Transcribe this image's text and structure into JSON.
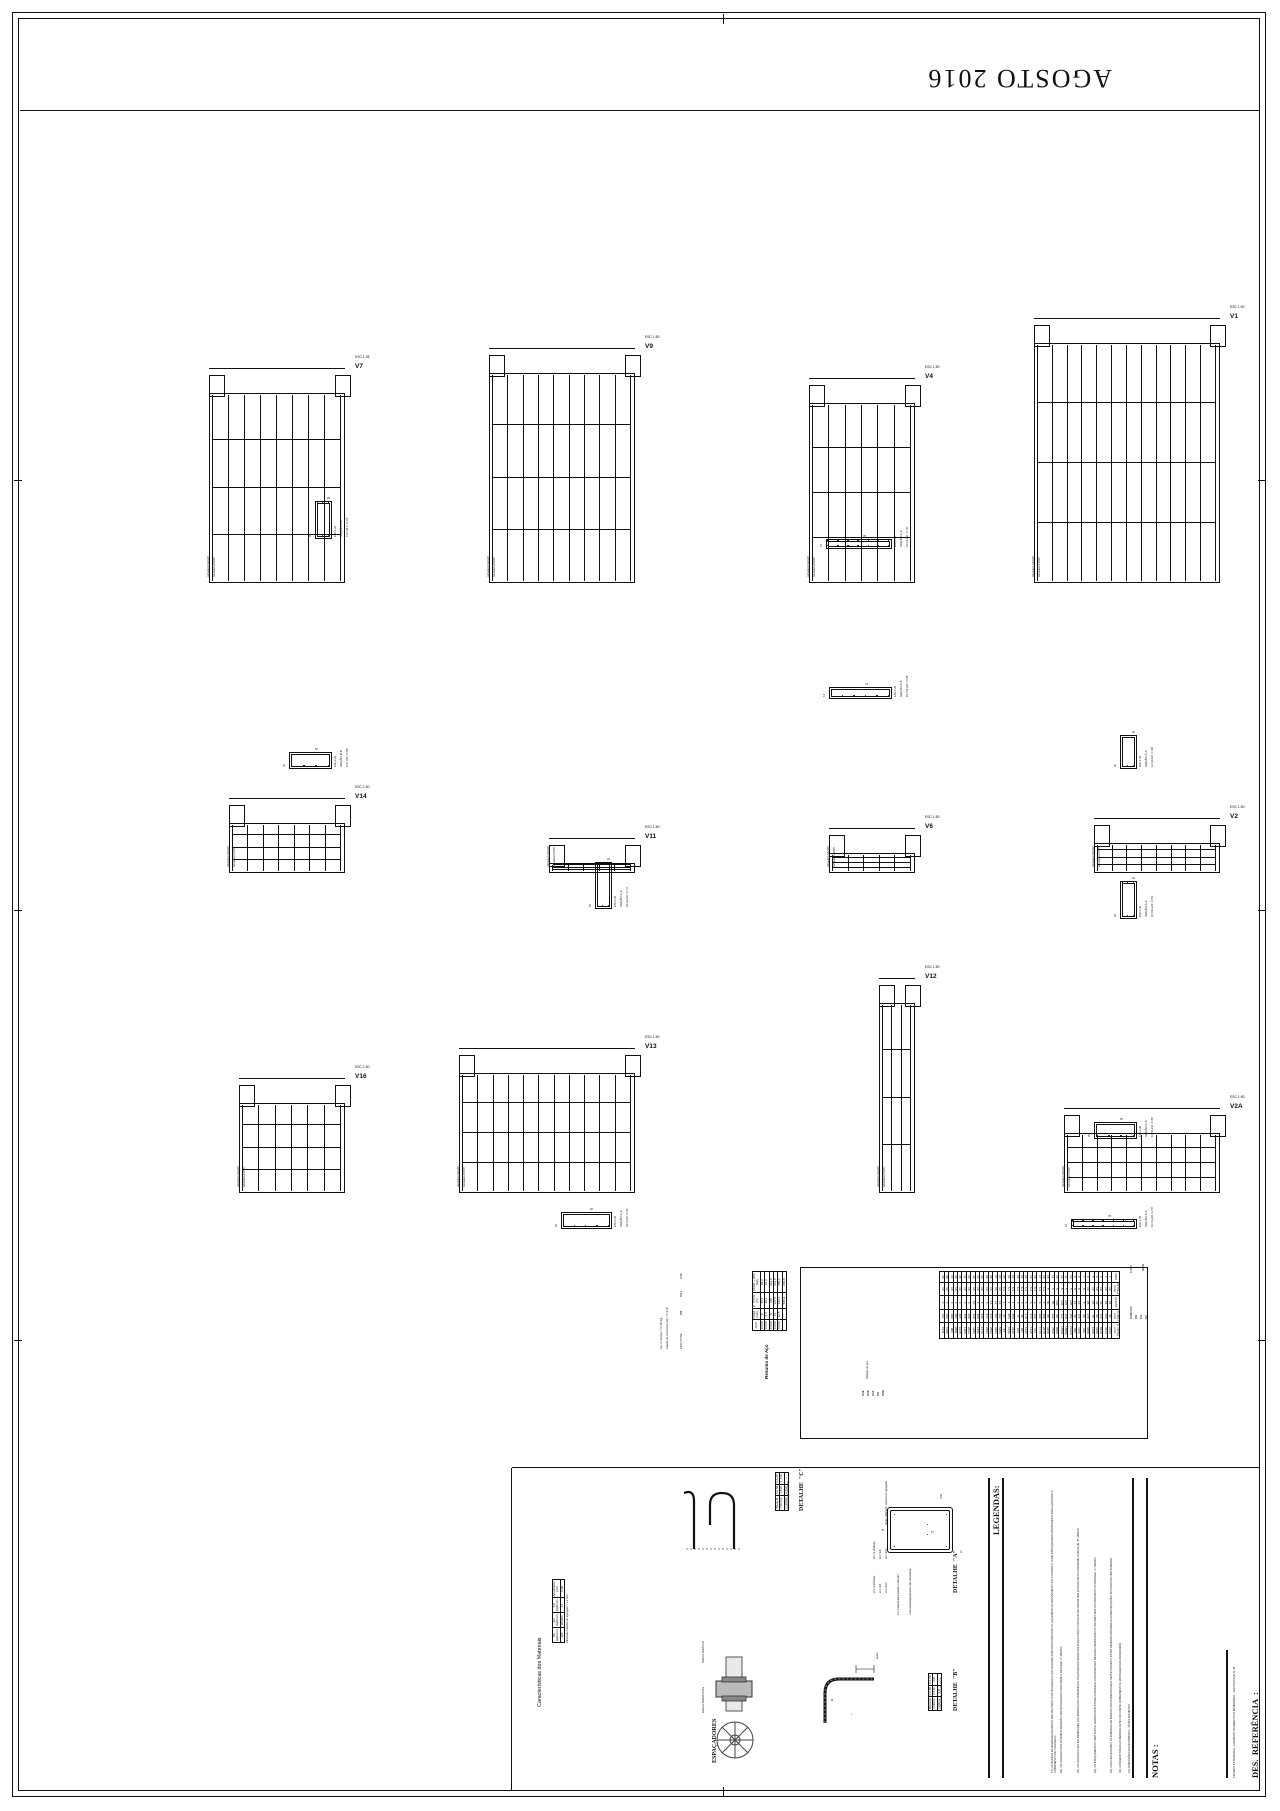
{
  "sheet": {
    "title_block": {
      "des_referencia_label": "DES.  REFERÊNCIA  :",
      "des_referencia_text": "PROJETO ESTRUTURAL - FORMA DO PAVIMENTO INTERMEDIÁRIO - VER PRANCHA Nº 48",
      "date": "AGOSTO 2016"
    },
    "notas": {
      "heading": "NOTAS :",
      "items": [
        "01)- DIMENSÕES EM CENTÍMETRO , NÍVEIS EM METRO.",
        "02)- CONFERIR TODAS AS MEDIDAS ANTES DO CORTE, DOBRAMENTO E MONTAGEM DAS ARMADURAS.",
        "03)- CASO NECESSÁRIO, AS EMENDAS DE BARRAS NÃO ESPECIFICADAS NESTE PROJETO, ESTAS DEVERÃO ATENDER AS ESPECIFICAÇÕES DO ÍTEM 9 DA NBR 6118/2003.",
        "04)- OS ESPAÇAMENTOS VERTICAIS E HORIZONTAIS ENTRE AS BARRAS LONGITUDINAIS DEVERÃO RESPEITAR OS VALORES SEM OS INDICADOS NO DETALHE \"A\" ABAIXO.",
        "05)- OS GANCHOS NAS EXTREMIDADES DAS BARRAS DAS ARMADURAS LONGITUDINAIS SERÃO EM ÂNGULO RETO COM RAIO DE CURVATURA E PONTA RETA CONFORME O DETALHE \"B\" ABAIXO.",
        "06)- OS GANCHOS DOS ESTRIBOS DEVERÃO SER DETALHADOS CONFORME O DETALHE \"C\" ABAIXO.",
        "07)- AS BARRAS DA ARMADURA DEVERÃO SER MANTIDAS COM SEGURANÇA NOS LUGARES PREVISTOS DURANTE O LANÇAMENTO E ADENSAMENTO DO CONCRETO, USAR ESPAÇADORES APROPRIADOS PARA GARANTIR O COBRIMENTO DE CONCRETO."
      ]
    },
    "legendas": {
      "heading": "LEGENDAS:"
    },
    "detalhe_a": {
      "title": "DETALHE  \"A\"",
      "subtitle": "Colocação/espaçamento das armaduras",
      "notes": [
        "e1 =Largura para passar o vibrador",
        "ev>=2cm",
        "ev>=1Ø",
        "ev>=1,20dmáx.",
        "eh>=2cm",
        "eh>=1Ø",
        "eh>=1,20dmáx.",
        "dmáx.=Diâmetro máximo do agregado"
      ],
      "dim_labels": [
        "e1",
        "eh",
        "ev",
        "Cob."
      ]
    },
    "detalhe_b": {
      "title": "DETALHE  \"B\"",
      "subtitle": "ARMADURA LONGITUDINAL",
      "table": {
        "headers": [
          "Bitola\nØ",
          "CA-50",
          "CA-60"
        ],
        "rows": [
          [
            "<20mm",
            "2,5 Ø",
            "3 Ø"
          ],
          [
            ">20mm",
            "4 Ø",
            "---"
          ]
        ]
      },
      "dim_labels": [
        "Ø",
        "r",
        "ponta"
      ]
    },
    "detalhe_c": {
      "title": "DETALHE  \"C\"",
      "subtitle": "ARMADURA (ESTRIBOS)",
      "table": {
        "headers": [
          "Bitola\nØ",
          "CA-50",
          "CA-60"
        ],
        "rows": [
          [
            "<10 mm",
            "1,5 Ø",
            "1 ,0 Ø"
          ],
          [
            ">=10mm",
            "2,5 Ø",
            "---"
          ]
        ]
      }
    },
    "espacadores": {
      "title": "ESPAÇADORES",
      "labels": [
        "PARA A HORIZONTAL",
        "PARA A VERTICAL"
      ]
    },
    "materiais": {
      "title": "Características dos Materiais",
      "headers": [
        "fck\n(kgf/cm²)",
        "Eci\n(kgf/cm²)",
        "fyd\n(kgf/cm²)",
        "Abatimento\n(cm)"
      ],
      "values": [
        "300",
        "306281",
        "4.1",
        "5,00"
      ],
      "footnote": "Dimensão máxima do agregado = 1,2 mm"
    },
    "rebar_schedule": {
      "group_labels_left": [
        "V1",
        "V4",
        "V9",
        "V13"
      ],
      "group_labels_right": [
        "V2A",
        "V6",
        "V11",
        "V12",
        "V16"
      ],
      "caption": "Relação do aço",
      "headers": [
        "ARM.",
        "BITOLA\n(mm)",
        "QUANT.",
        "C.UNIT\n(cm)",
        "C.TOTAL\n(cm)"
      ],
      "aco_col_label": "AÇO",
      "aco_groups": [
        "CA50",
        "CA60"
      ],
      "rows": [
        [
          "1",
          "10",
          "22",
          "98",
          "2156"
        ],
        [
          "2",
          "10",
          "22",
          "156",
          "3214"
        ],
        [
          "3",
          "10",
          "33",
          "172",
          "5676"
        ],
        [
          "4",
          "10",
          "33",
          "96",
          "3168"
        ],
        [
          "5",
          "10",
          "21",
          "78",
          "1638"
        ],
        [
          "6",
          "10",
          "25",
          "178",
          "4450"
        ],
        [
          "7",
          "8",
          "5",
          "88",
          "440"
        ],
        [
          "8",
          "8",
          "10",
          "115",
          "1150"
        ],
        [
          "9",
          "8",
          "10",
          "48",
          "480"
        ],
        [
          "10",
          "5",
          "135",
          "252",
          "24120"
        ],
        [
          "11",
          "5",
          "125",
          "108",
          "18880"
        ],
        [
          "12",
          "5",
          "136",
          "114",
          "15601"
        ],
        [
          "13",
          "5",
          "136",
          "60",
          "8600"
        ],
        [
          "14",
          "5",
          "80",
          "132",
          "7820"
        ],
        [
          "15",
          "5",
          "60",
          "58",
          "3480"
        ],
        [
          "16",
          "6.3",
          "6",
          "455",
          "2070"
        ],
        [
          "17",
          "6.3",
          "6",
          "222",
          "1776"
        ],
        [
          "18",
          "6.3",
          "6",
          "120",
          "714"
        ],
        [
          "19",
          "6.3",
          "6",
          "273",
          "1638"
        ],
        [
          "20",
          "6.3",
          "6",
          "170",
          "1032"
        ],
        [
          "21",
          "6.3",
          "3",
          "68",
          "207"
        ],
        [
          "22",
          "6.3",
          "3",
          "71",
          "213"
        ],
        [
          "23",
          "6.3",
          "4",
          "858",
          "3432"
        ],
        [
          "24",
          "6.3",
          "4",
          "284",
          "1016"
        ],
        [
          "25",
          "6.3",
          "1",
          "97",
          "97"
        ],
        [
          "26",
          "10",
          "10",
          "262",
          "5256"
        ],
        [
          "27",
          "10",
          "12",
          "307",
          "3684"
        ],
        [
          "28",
          "10",
          "12",
          "213",
          "2550"
        ],
        [
          "29",
          "10",
          "6",
          "417",
          "2604"
        ],
        [
          "30",
          "10",
          "6",
          "246",
          "1476"
        ],
        [
          "31",
          "10",
          "6",
          "309",
          "1856"
        ],
        [
          "32",
          "10",
          "10",
          "328",
          "3280"
        ],
        [
          "33",
          "10",
          "6",
          "488",
          "2934"
        ],
        [
          "34",
          "10",
          "3",
          "428",
          "1284"
        ],
        [
          "35",
          "10",
          "3",
          "685",
          "1015"
        ],
        [
          "36",
          "10",
          "3",
          "697",
          "2091"
        ],
        [
          "37",
          "10",
          "3",
          "300",
          "900"
        ],
        [
          "38",
          "10",
          "3",
          "352",
          "1056"
        ],
        [
          "39",
          "10",
          "3",
          "347",
          "1041"
        ]
      ]
    },
    "resumo_aco": {
      "title": "Resumo de Aço",
      "headers": [
        "AÇO",
        "DIAM.\n(mm)",
        "C. TOTAL\n(m)",
        "PESO + 20%\n(kgf)"
      ],
      "rows": [
        [
          "CA60",
          "5",
          "45,5",
          "25,2"
        ],
        [
          "CA60",
          "6.3",
          "49,1",
          "23,6"
        ],
        [
          "CA50",
          "8",
          "180",
          "222,8"
        ],
        [
          "CA50",
          "10",
          "127,5",
          "313,5"
        ],
        [
          "CA50",
          "12.5",
          "194,1",
          "355,2"
        ],
        [
          "",
          "",
          "566,9",
          "203,8"
        ]
      ],
      "total_row_label": "PESO TOTAL",
      "total_values": [
        "986",
        "555,1",
        "1006"
      ],
      "footer1": "Volume de concreto(C-20) = 4,72 m³",
      "footer2": "Aço X concreto = 57,60 kgf"
    },
    "beams": [
      {
        "id": "V1",
        "scale": "ESC.1:50"
      },
      {
        "id": "V2",
        "scale": "ESC.1:50"
      },
      {
        "id": "V2A",
        "scale": "ESC.1:50"
      },
      {
        "id": "V4",
        "scale": "ESC.1:50"
      },
      {
        "id": "V6",
        "scale": "ESC.1:50"
      },
      {
        "id": "V7",
        "scale": "ESC.1:35"
      },
      {
        "id": "V9",
        "scale": "ESC.1:50"
      },
      {
        "id": "V11",
        "scale": "ESC.1:50"
      },
      {
        "id": "V12",
        "scale": "ESC.1:50"
      },
      {
        "id": "V13",
        "scale": "ESC.1:50"
      },
      {
        "id": "V14",
        "scale": "ESC.1:50"
      },
      {
        "id": "V16",
        "scale": "ESC.1:50"
      }
    ],
    "sections": [
      {
        "label": "SEÇÃO A-A",
        "scale": "ESC.1:25",
        "dim_w": "78",
        "dim_h": "12",
        "bars": "10 N1 ø10  C=78"
      },
      {
        "label": "SEÇÃO A-A",
        "scale": "ESC.1:25",
        "dim_w": "50",
        "dim_h": "20",
        "bars": "13 N3 ø10  C=55"
      },
      {
        "label": "SEÇÃO A-A",
        "scale": "ESC.1:25",
        "dim_w": "20",
        "dim_h": "45",
        "bars": "10 N11 ø10  C=50"
      },
      {
        "label": "SEÇÃO A-A",
        "scale": "ESC.1:25",
        "dim_w": "20",
        "dim_h": "40",
        "bars": "12 N2 ø10  C=38"
      },
      {
        "label": "SEÇÃO A-A",
        "scale": "ESC.1:25",
        "dim_w": "74",
        "dim_h": "14",
        "bars": "15 N15 ø10  C=46"
      },
      {
        "label": "SEÇÃO A-A",
        "scale": "ESC.1:25",
        "dim_w": "78",
        "dim_h": "12",
        "bars": "15 N2 ø10  C=78"
      },
      {
        "label": "SEÇÃO A-A",
        "scale": "ESC.1:25",
        "dim_w": "60",
        "dim_h": "20",
        "bars": "44 N1 ø5  C=30"
      },
      {
        "label": "SEÇÃO A-A",
        "scale": "ESC.1:25",
        "dim_w": "20",
        "dim_h": "55",
        "bars": "22 N3 ø10  C=72"
      },
      {
        "label": "SEÇÃO B-B",
        "scale": "ESC.1:25",
        "dim_w": "50",
        "dim_h": "20",
        "bars": "3 N7 ø10  C=96"
      },
      {
        "label": "SEÇÃO B-B",
        "scale": "ESC.1:25",
        "dim_w": "20",
        "dim_h": "45",
        "bars": "5 N7 ø6.3  C=78"
      }
    ],
    "annotations": {
      "armadura_positiva": "Armadura POSIT.",
      "armadura_negativa": "Armadura NEGAT.",
      "arrancamento": "ARRANCA VARGEM/EM VER BRANDO/MARCO",
      "antes_da_concretagem": "ANTES DA CONCRETAGEM VER BRANDO/MARCO",
      "estribos": "Estribos",
      "p_label": "P",
      "n_label": "N",
      "esc_label": "ESC."
    }
  }
}
